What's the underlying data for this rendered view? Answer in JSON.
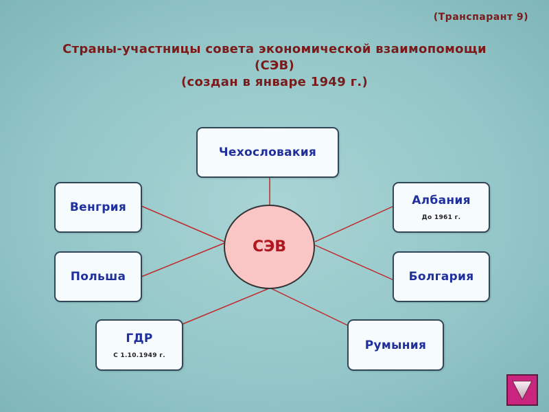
{
  "transparency_label": "(Транспарант 9)",
  "title_lines": [
    "Страны-участницы совета экономической взаимопомощи",
    "(СЭВ)",
    "(создан в январе 1949 г.)"
  ],
  "center_label": "СЭВ",
  "countries": {
    "czechoslovakia": {
      "name": "Чехословакия"
    },
    "hungary": {
      "name": "Венгрия"
    },
    "albania": {
      "name": "Албания",
      "note": "До 1961 г."
    },
    "poland": {
      "name": "Польша"
    },
    "bulgaria": {
      "name": "Болгария"
    },
    "gdr": {
      "name": "ГДР",
      "note": "С 1.10.1949 г."
    },
    "romania": {
      "name": "Румыния"
    }
  },
  "colors": {
    "background": "#9ccdcf",
    "title_text": "#7a1a1a",
    "country_text": "#1f2f9c",
    "center_fill": "#f9c5c5",
    "center_text": "#b0161e",
    "connector": "#c0282b",
    "nav_button": "#c9247e"
  },
  "nav_button_icon": "triangle-down-icon"
}
